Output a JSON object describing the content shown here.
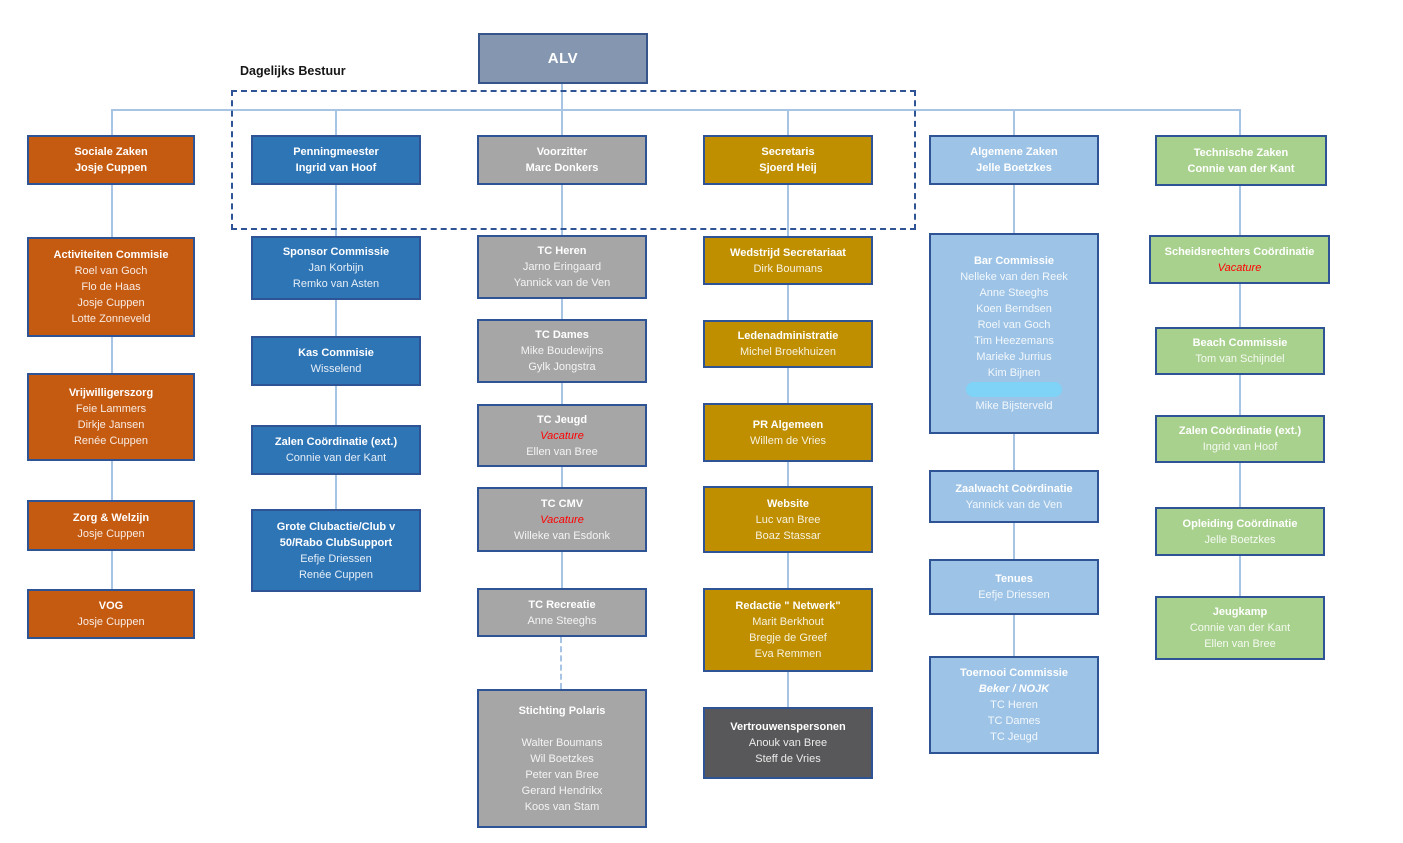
{
  "diagram": {
    "alv_label": "ALV",
    "dagelijks_bestuur_label": "Dagelijks Bestuur"
  },
  "colors": {
    "orange": "#C55A11",
    "blue": "#2E75B6",
    "gray": "#A6A6A6",
    "gold": "#BF8F00",
    "light_blue": "#9DC3E6",
    "green": "#A9D18E",
    "dark_gray": "#58585A",
    "alv_fill": "#8496B0",
    "box_border": "#2F5496",
    "connector_line": "#A8C4E4",
    "vacancy_red": "#FF0000",
    "redaction_marker": "#7ED3F7"
  },
  "columns": [
    {
      "name": "Sociale Zaken",
      "boxes": [
        {
          "title": "Sociale Zaken",
          "lines": [
            {
              "t": "Sociale Zaken",
              "b": 1
            },
            {
              "t": "Josje Cuppen",
              "b": 1
            }
          ]
        },
        {
          "title": "Activiteiten Commisie",
          "lines": [
            {
              "t": "Activiteiten Commisie",
              "b": 1
            },
            {
              "t": "Roel van Goch"
            },
            {
              "t": "Flo de Haas"
            },
            {
              "t": "Josje Cuppen"
            },
            {
              "t": "Lotte Zonneveld"
            }
          ]
        },
        {
          "title": "Vrijwilligerszorg",
          "lines": [
            {
              "t": "Vrijwilligerszorg",
              "b": 1
            },
            {
              "t": "Feie Lammers"
            },
            {
              "t": "Dirkje Jansen"
            },
            {
              "t": "Renée Cuppen"
            }
          ]
        },
        {
          "title": "Zorg & Welzijn",
          "lines": [
            {
              "t": "Zorg & Welzijn",
              "b": 1
            },
            {
              "t": "Josje Cuppen"
            }
          ]
        },
        {
          "title": "VOG",
          "lines": [
            {
              "t": "VOG",
              "b": 1
            },
            {
              "t": "Josje Cuppen"
            }
          ]
        }
      ]
    },
    {
      "name": "Penningmeester",
      "boxes": [
        {
          "title": "Penningmeester",
          "lines": [
            {
              "t": "Penningmeester",
              "b": 1
            },
            {
              "t": "Ingrid van Hoof",
              "b": 1
            }
          ]
        },
        {
          "title": "Sponsor Commissie",
          "lines": [
            {
              "t": "Sponsor Commissie",
              "b": 1
            },
            {
              "t": "Jan Korbijn"
            },
            {
              "t": "Remko van Asten"
            }
          ]
        },
        {
          "title": "Kas Commisie",
          "lines": [
            {
              "t": "Kas Commisie",
              "b": 1
            },
            {
              "t": "Wisselend"
            }
          ]
        },
        {
          "title": "Zalen Coördinatie (ext.)",
          "lines": [
            {
              "t": "Zalen Coördinatie (ext.)",
              "b": 1
            },
            {
              "t": "Connie van der Kant"
            }
          ]
        },
        {
          "title": "Grote Clubactie/Club v 50/Rabo ClubSupport",
          "lines": [
            {
              "t": "Grote Clubactie/Club v",
              "b": 1
            },
            {
              "t": "50/Rabo ClubSupport",
              "b": 1
            },
            {
              "t": "Eefje Driessen"
            },
            {
              "t": "Renée Cuppen"
            }
          ]
        }
      ]
    },
    {
      "name": "Voorzitter",
      "boxes": [
        {
          "title": "Voorzitter",
          "lines": [
            {
              "t": "Voorzitter",
              "b": 1
            },
            {
              "t": "Marc Donkers",
              "b": 1
            }
          ]
        },
        {
          "title": "TC Heren",
          "lines": [
            {
              "t": "TC Heren",
              "b": 1
            },
            {
              "t": "Jarno Eringaard"
            },
            {
              "t": "Yannick van de Ven"
            }
          ]
        },
        {
          "title": "TC Dames",
          "lines": [
            {
              "t": "TC Dames",
              "b": 1
            },
            {
              "t": "Mike Boudewijns"
            },
            {
              "t": "Gylk Jongstra"
            }
          ]
        },
        {
          "title": "TC Jeugd",
          "lines": [
            {
              "t": "TC Jeugd",
              "b": 1
            },
            {
              "t": "Vacature",
              "i": 1,
              "r": 1
            },
            {
              "t": "Ellen van Bree"
            }
          ]
        },
        {
          "title": "TC CMV",
          "lines": [
            {
              "t": "TC CMV",
              "b": 1
            },
            {
              "t": "Vacature",
              "i": 1,
              "r": 1
            },
            {
              "t": "Willeke van Esdonk"
            }
          ]
        },
        {
          "title": "TC Recreatie",
          "lines": [
            {
              "t": "TC Recreatie",
              "b": 1
            },
            {
              "t": "Anne Steeghs"
            }
          ]
        },
        {
          "title": "Stichting Polaris",
          "lines": [
            {
              "t": "Stichting Polaris",
              "b": 1
            },
            {
              "gap": 1
            },
            {
              "t": "Walter Boumans"
            },
            {
              "t": "Wil Boetzkes"
            },
            {
              "t": "Peter van Bree"
            },
            {
              "t": "Gerard Hendrikx"
            },
            {
              "t": "Koos van Stam"
            }
          ]
        }
      ]
    },
    {
      "name": "Secretaris",
      "boxes": [
        {
          "title": "Secretaris",
          "lines": [
            {
              "t": "Secretaris",
              "b": 1
            },
            {
              "t": "Sjoerd Heij",
              "b": 1
            }
          ]
        },
        {
          "title": "Wedstrijd Secretariaat",
          "lines": [
            {
              "t": "Wedstrijd Secretariaat",
              "b": 1
            },
            {
              "t": "Dirk Boumans"
            }
          ]
        },
        {
          "title": "Ledenadministratie",
          "lines": [
            {
              "t": "Ledenadministratie",
              "b": 1
            },
            {
              "t": "Michel Broekhuizen"
            }
          ]
        },
        {
          "title": "PR Algemeen",
          "lines": [
            {
              "t": "PR Algemeen",
              "b": 1
            },
            {
              "t": "Willem de Vries"
            }
          ]
        },
        {
          "title": "Website",
          "lines": [
            {
              "t": "Website",
              "b": 1
            },
            {
              "t": "Luc van Bree"
            },
            {
              "t": "Boaz Stassar"
            }
          ]
        },
        {
          "title": "Redactie \" Netwerk\"",
          "lines": [
            {
              "t": "Redactie \" Netwerk\"",
              "b": 1
            },
            {
              "t": "Marit Berkhout"
            },
            {
              "t": "Bregje de Greef"
            },
            {
              "t": "Eva Remmen"
            }
          ]
        },
        {
          "title": "Vertrouwenspersonen",
          "lines": [
            {
              "t": "Vertrouwenspersonen",
              "b": 1
            },
            {
              "t": "Anouk van Bree"
            },
            {
              "t": "Steff de Vries"
            }
          ]
        }
      ]
    },
    {
      "name": "Algemene Zaken",
      "boxes": [
        {
          "title": "Algemene Zaken",
          "lines": [
            {
              "t": "Algemene Zaken",
              "b": 1
            },
            {
              "t": "Jelle Boetzkes",
              "b": 1
            }
          ]
        },
        {
          "title": "Bar Commissie",
          "lines": [
            {
              "t": "Bar Commissie",
              "b": 1
            },
            {
              "t": "Nelleke van den Reek"
            },
            {
              "t": "Anne Steeghs"
            },
            {
              "t": "Koen Berndsen"
            },
            {
              "t": "Roel van Goch"
            },
            {
              "t": "Tim Heezemans"
            },
            {
              "t": "Marieke Jurrius"
            },
            {
              "t": "Kim Bijnen"
            },
            {
              "redact": 1
            },
            {
              "t": "Mike Bijsterveld"
            }
          ]
        },
        {
          "title": "Zaalwacht Coördinatie",
          "lines": [
            {
              "t": "Zaalwacht Coördinatie",
              "b": 1
            },
            {
              "t": "Yannick van de Ven"
            }
          ]
        },
        {
          "title": "Tenues",
          "lines": [
            {
              "t": "Tenues",
              "b": 1
            },
            {
              "t": "Eefje Driessen"
            }
          ]
        },
        {
          "title": "Toernooi Commissie",
          "lines": [
            {
              "t": "Toernooi Commissie",
              "b": 1
            },
            {
              "t": "Beker / NOJK",
              "b": 1,
              "i": 1
            },
            {
              "t": "TC Heren"
            },
            {
              "t": "TC Dames"
            },
            {
              "t": "TC Jeugd"
            }
          ]
        }
      ]
    },
    {
      "name": "Technische Zaken",
      "boxes": [
        {
          "title": "Technische Zaken",
          "lines": [
            {
              "t": "Technische Zaken",
              "b": 1
            },
            {
              "t": "Connie van der Kant",
              "b": 1
            }
          ]
        },
        {
          "title": "Scheidsrechters Coördinatie",
          "lines": [
            {
              "t": "Scheidsrechters Coördinatie",
              "b": 1
            },
            {
              "t": "Vacature",
              "i": 1,
              "r": 1
            }
          ]
        },
        {
          "title": "Beach Commissie",
          "lines": [
            {
              "t": "Beach Commissie",
              "b": 1
            },
            {
              "t": "Tom van Schijndel"
            }
          ]
        },
        {
          "title": "Zalen Coördinatie (ext.)",
          "lines": [
            {
              "t": "Zalen Coördinatie (ext.)",
              "b": 1
            },
            {
              "t": "Ingrid van Hoof"
            }
          ]
        },
        {
          "title": "Opleiding Coördinatie",
          "lines": [
            {
              "t": "Opleiding Coördinatie",
              "b": 1
            },
            {
              "t": "Jelle Boetzkes"
            }
          ]
        },
        {
          "title": "Jeugkamp",
          "lines": [
            {
              "t": "Jeugkamp",
              "b": 1
            },
            {
              "t": "Connie van der Kant"
            },
            {
              "t": "Ellen van Bree"
            }
          ]
        }
      ]
    }
  ]
}
